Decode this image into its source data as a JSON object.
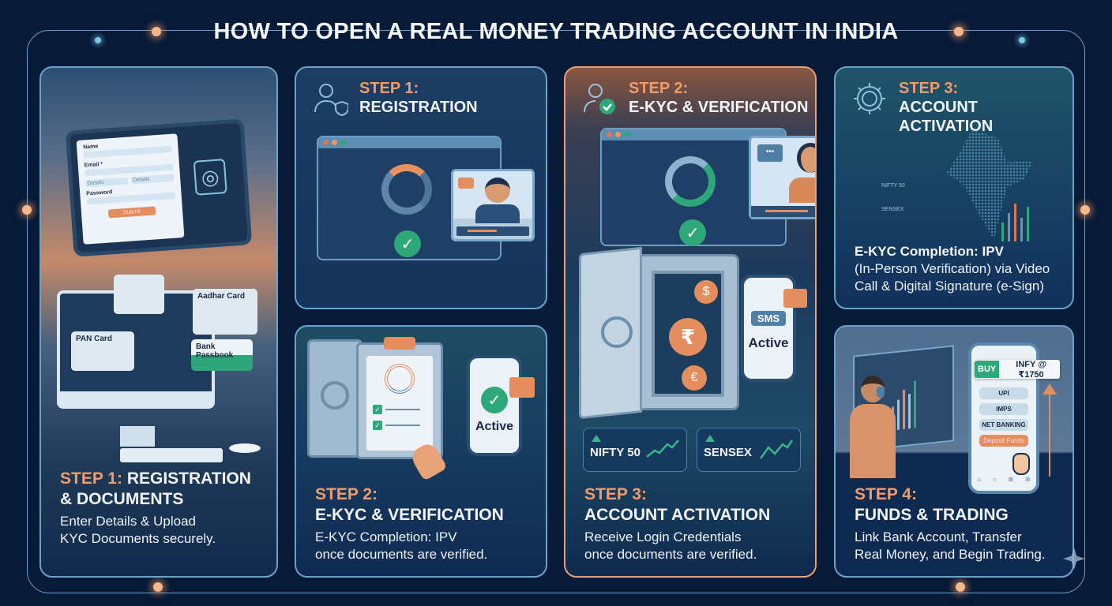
{
  "title": "HOW TO OPEN A REAL MONEY TRADING ACCOUNT IN INDIA",
  "colors": {
    "background": "#071a38",
    "accent_orange": "#ef9c6c",
    "frame_blue": "#6aa3c9",
    "success_green": "#2ea77a",
    "text_white": "#f2f6fa"
  },
  "panels": {
    "registration_documents": {
      "step": "STEP 1:",
      "heading": "REGISTRATION",
      "heading2": "& DOCUMENTS",
      "description_line1": "Enter Details & Upload",
      "description_line2": "KYC Documents securely.",
      "form": {
        "name_label": "Name",
        "email_label": "Email *",
        "select1": "Details",
        "select2": "Details",
        "password_label": "Password",
        "submit_label": "Submit"
      },
      "documents": {
        "pan": "PAN Card",
        "aadhar": "Aadhar Card",
        "bank": "Bank Passbook"
      }
    },
    "registration": {
      "step": "STEP 1:",
      "heading": "REGISTRATION",
      "icon": "user-shield-icon"
    },
    "ekyc_top": {
      "step": "STEP 2:",
      "heading": "E-KYC & VERIFICATION",
      "icon": "user-check-icon",
      "sms_label": "SMS",
      "active_label": "Active",
      "tickers": [
        {
          "name": "NIFTY 50",
          "trend": "up"
        },
        {
          "name": "SENSEX",
          "trend": "up"
        }
      ],
      "bottom_step": "STEP 3:",
      "bottom_heading": "ACCOUNT ACTIVATION",
      "description_line1": "Receive Login Credentials",
      "description_line2": "once documents are verified."
    },
    "account_activation_top": {
      "step": "STEP 3:",
      "heading": "ACCOUNT ACTIVATION",
      "icon": "gear-icon",
      "map_labels": [
        "NIFTY 50",
        "SENSEX"
      ],
      "description_bold": "E-KYC Completion: IPV",
      "description_line2": "(In-Person Verification) via Video",
      "description_line3": "Call & Digital Signature (e-Sign)"
    },
    "ekyc_bottom": {
      "step": "STEP 2:",
      "heading": "E-KYC & VERIFICATION",
      "active_label": "Active",
      "description_line1": "E-KYC Completion: IPV",
      "description_line2": "once documents are verified."
    },
    "funds_trading": {
      "step": "STEP 4:",
      "heading": "FUNDS & TRADING",
      "buy_label": "BUY",
      "order_text": "INFY @ ₹1750",
      "payment_options": [
        "UPI",
        "IMPS",
        "NET BANKING"
      ],
      "deposit_button": "Deposit Funds",
      "description_line1": "Link Bank Account, Transfer",
      "description_line2": "Real Money, and Begin Trading."
    }
  }
}
